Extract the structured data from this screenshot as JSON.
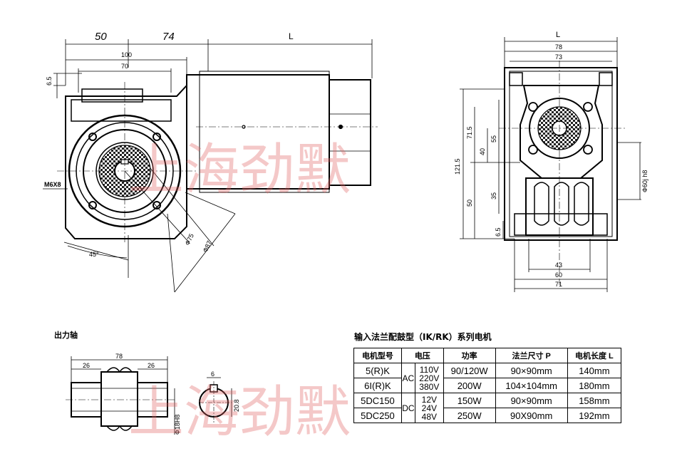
{
  "dims_top": {
    "d50": "50",
    "d74": "74",
    "dL": "L",
    "d100": "100",
    "d70": "70",
    "d65": "6.5",
    "m6x8": "M6X8",
    "a45": "45°",
    "phi75": "Ф75",
    "phi87": "Ф87"
  },
  "dims_right": {
    "L": "L",
    "d78": "78",
    "d73": "73",
    "d1215": "121.5",
    "d715": "71.5",
    "d40": "40",
    "d55": "55",
    "d35": "35",
    "d50": "50",
    "d65": "6.5",
    "phi": "Ф60j h8",
    "d43": "43",
    "d60": "60",
    "d71": "71"
  },
  "shaft": {
    "title": "出力轴",
    "d78": "78",
    "d26a": "26",
    "d26b": "26",
    "phi18": "Ф18H8",
    "d6": "6",
    "d208": "20.8"
  },
  "watermark": {
    "top": "上海劲默",
    "bottom": "上海劲默"
  },
  "table": {
    "title": "输入法兰配鼓型（IK/RK）系列电机",
    "headers": [
      "电机型号",
      "电压",
      "功率",
      "法兰尺寸 P",
      "电机长度 L"
    ],
    "rows": [
      {
        "model": "5(R)K",
        "power": "90/120W",
        "flange": "90×90mm",
        "length": "140mm"
      },
      {
        "model": "6I(R)K",
        "power": "200W",
        "flange": "104×104mm",
        "length": "180mm"
      },
      {
        "model": "5DC150",
        "power": "150W",
        "flange": "90×90mm",
        "length": "158mm"
      },
      {
        "model": "5DC250",
        "power": "250W",
        "flange": "90X90mm",
        "length": "192mm"
      }
    ],
    "ac": {
      "label": "AC",
      "v1": "110V",
      "v2": "220V",
      "v3": "380V"
    },
    "dc": {
      "label": "DC",
      "v1": "12V",
      "v2": "24V",
      "v3": "48V"
    }
  }
}
